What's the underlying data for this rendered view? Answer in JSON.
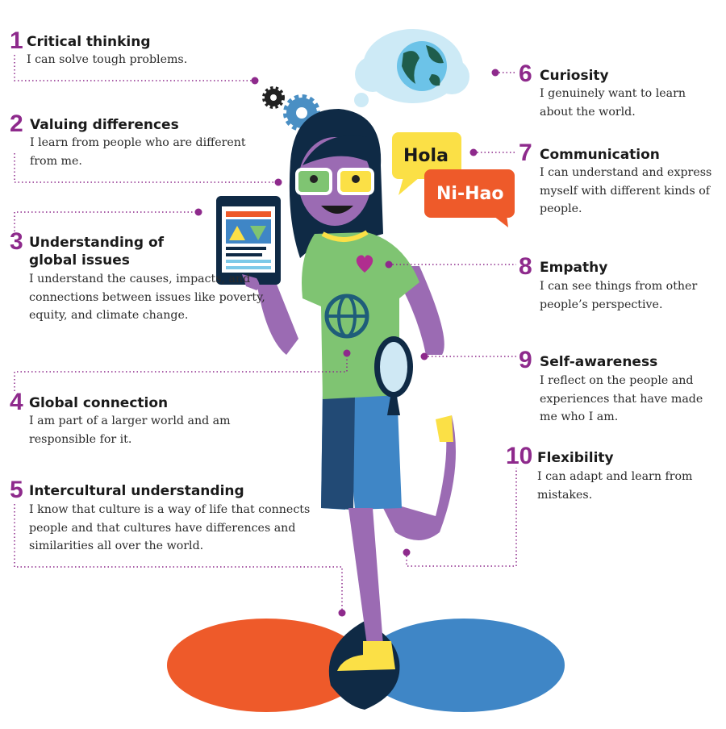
{
  "items": [
    {
      "num": "1",
      "title": "Critical thinking",
      "desc": "I can solve tough problems."
    },
    {
      "num": "2",
      "title": "Valuing differences",
      "desc": "I learn from people who are different from me."
    },
    {
      "num": "3",
      "title": "Understanding of global issues",
      "desc": "I understand the causes, impacts, and connections between issues like poverty, equity, and climate change."
    },
    {
      "num": "4",
      "title": "Global connection",
      "desc": "I am part of a larger world and am responsible for it."
    },
    {
      "num": "5",
      "title": "Intercultural understanding",
      "desc": "I know that culture is a way of life that connects people and that cultures have differences and similarities all over the world."
    },
    {
      "num": "6",
      "title": "Curiosity",
      "desc": "I genuinely want to learn about the world."
    },
    {
      "num": "7",
      "title": "Communication",
      "desc": "I can understand and express myself with different kinds of people."
    },
    {
      "num": "8",
      "title": "Empathy",
      "desc": "I can see things from other people’s perspective."
    },
    {
      "num": "9",
      "title": "Self-awareness",
      "desc": "I reflect on the people and experiences that have made me who I am."
    },
    {
      "num": "10",
      "title": "Flexibility",
      "desc": "I can adapt and learn from mistakes."
    }
  ],
  "bubbles": {
    "hola": "Hola",
    "nihao": "Ni-Hao"
  },
  "colors": {
    "accent": "#8e2a8c",
    "orange": "#ee5a2a",
    "blue": "#3f86c6",
    "skin": "#9b6bb3",
    "shirt": "#7fc472",
    "yellow": "#fbe046"
  }
}
